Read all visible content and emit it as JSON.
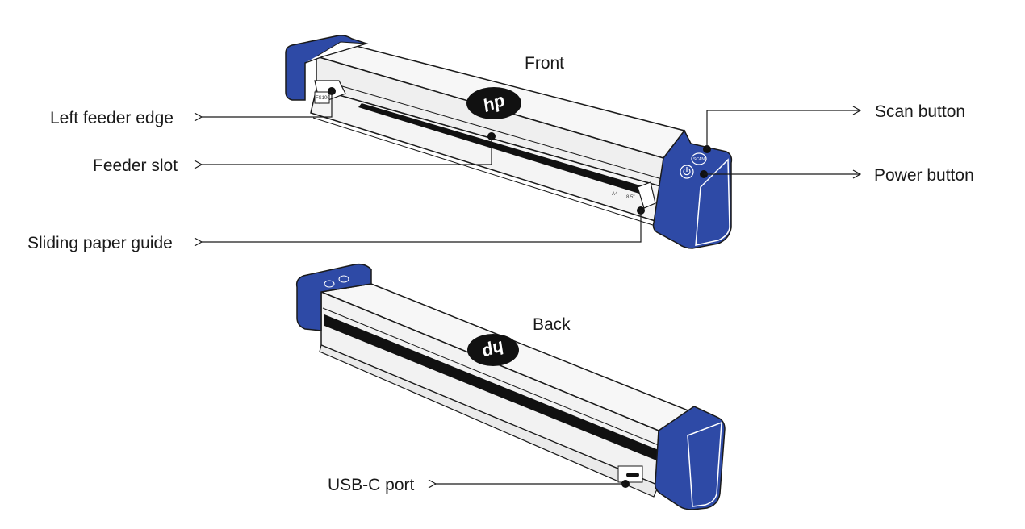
{
  "views": {
    "front_title": "Front",
    "back_title": "Back"
  },
  "callouts": {
    "left_feeder_edge": "Left feeder edge",
    "feeder_slot": "Feeder slot",
    "sliding_paper_guide": "Sliding paper guide",
    "scan_button": "Scan button",
    "power_button": "Power button",
    "usb_c_port": "USB-C port"
  },
  "scanner": {
    "brand": "hp",
    "model_label": "FS100",
    "scan_key_label": "SCAN",
    "guide_marks": [
      "A4",
      "8.5\""
    ]
  },
  "colors": {
    "end_cap": "#2e4aa6",
    "body": "#f4f4f4",
    "outline": "#1a1a1a",
    "slot": "#111111"
  },
  "icons": [
    "power-icon",
    "arrow-left-icon",
    "arrow-right-icon",
    "hp-logo-icon"
  ]
}
